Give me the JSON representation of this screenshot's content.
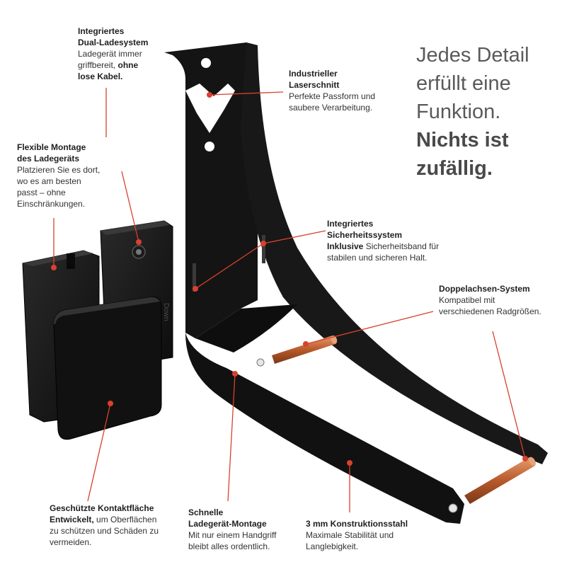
{
  "headline": {
    "line1": "Jedes Detail",
    "line2": "erfüllt eine",
    "line3": "Funktion.",
    "bold1": "Nichts ist",
    "bold2": "zufällig."
  },
  "callouts": {
    "dual_lade": {
      "title1": "Integriertes",
      "title2": "Dual-Ladesystem",
      "text1": "Ladegerät immer",
      "text2": "griffbereit,",
      "bold": "ohne",
      "bold2": "lose Kabel."
    },
    "laser": {
      "title1": "Industrieller",
      "title2": "Laserschnitt",
      "text1": "Perfekte Passform und",
      "text2": "saubere Verarbeitung."
    },
    "flexible": {
      "title1": "Flexible Montage",
      "title2": "des Ladegeräts",
      "text1": "Platzieren Sie es dort,",
      "text2": "wo es am besten",
      "text3": "passt – ohne",
      "text4": "Einschränkungen."
    },
    "sicherheit": {
      "title1": "Integriertes",
      "title2": "Sicherheitssystem",
      "bold": "Inklusive",
      "text1": " Sicherheitsband für",
      "text2": "stabilen und sicheren Halt."
    },
    "doppelachsen": {
      "title1": "Doppelachsen-System",
      "text1": "Kompatibel mit",
      "text2": "verschiedenen Radgrößen."
    },
    "kontakt": {
      "title1": "Geschützte Kontaktfläche",
      "title2": "Entwickelt,",
      "text1": " um Oberflächen",
      "text2": "zu schützen und Schäden zu",
      "text3": "vermeiden."
    },
    "schnell": {
      "title1": "Schnelle",
      "title2": "Ladegerät-Montage",
      "text1": "Mit nur einem Handgriff",
      "text2": "bleibt alles ordentlich."
    },
    "stahl": {
      "title1": "3 mm Konstruktionsstahl",
      "text1": "Maximale Stabilität und",
      "text2": "Langlebigkeit."
    }
  },
  "plate_engraving": "Down",
  "colors": {
    "accent": "#d9412e",
    "steel": "#161616",
    "copper": "#c0683c"
  }
}
